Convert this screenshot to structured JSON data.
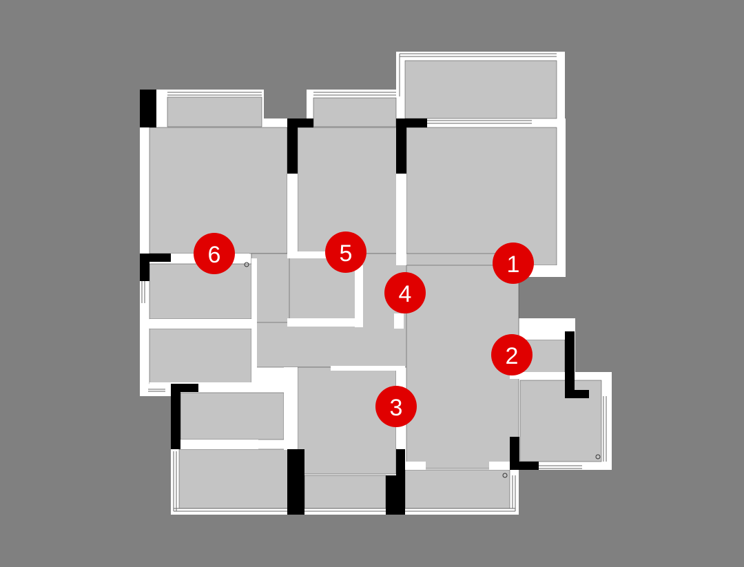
{
  "colors": {
    "background": "#808080",
    "floor": "#c4c4c4",
    "wall": "#ffffff",
    "structural_column": "#000000",
    "marker_fill": "#e00000",
    "marker_text": "#ffffff"
  },
  "markers": [
    {
      "label": "1"
    },
    {
      "label": "2"
    },
    {
      "label": "3"
    },
    {
      "label": "4"
    },
    {
      "label": "5"
    },
    {
      "label": "6"
    }
  ]
}
